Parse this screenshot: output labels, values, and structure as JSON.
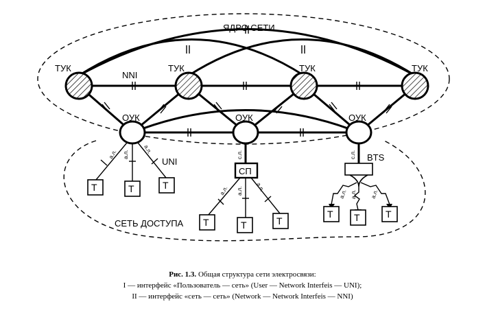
{
  "diagram": {
    "core_label": "ЯДРО СЕТИ",
    "access_label": "СЕТЬ ДОСТУПА",
    "nni_label": "NNI",
    "uni_label": "UNI",
    "bts_label": "BTS",
    "tuk_label": "ТУК",
    "ouk_label": "ОУК",
    "sp_label": "СП",
    "terminal_label": "Т",
    "line_al": "а.л.",
    "line_sl": "с.л.",
    "colors": {
      "stroke": "#000000",
      "hatch": "#000000",
      "background": "#ffffff"
    }
  },
  "caption": {
    "figure_number": "Рис. 1.3.",
    "title": "Общая структура сети электросвязи:",
    "line1": "I — интерфейс «Пользователь — сеть» (User — Network Interfeis — UNI);",
    "line2": "II — интерфейс «сеть — сеть» (Network — Network Interfeis — NNI)"
  }
}
